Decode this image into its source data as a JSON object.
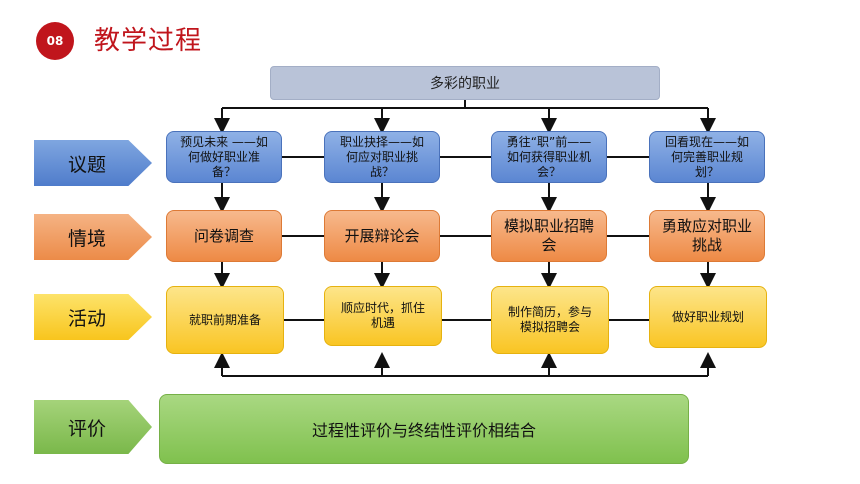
{
  "header": {
    "badge": "08",
    "title": "教学过程"
  },
  "top_box": "多彩的职业",
  "row_tags": {
    "topic": "议题",
    "scenario": "情境",
    "activity": "活动",
    "evaluation": "评价"
  },
  "columns": [
    {
      "question": "预见未来 ——如何做好职业准备？",
      "scenario": "问卷调查",
      "activity": "就职前期准备"
    },
    {
      "question": "职业抉择——如何应对职业挑战？",
      "scenario": "开展辩论会",
      "activity": "顺应时代，抓住机遇"
    },
    {
      "question": "勇往“职”前——如何获得职业机会？",
      "scenario": "模拟职业招聘会",
      "activity": "制作简历，参与模拟招聘会"
    },
    {
      "question": "回看现在——如何完善职业规划？",
      "scenario": "勇敢应对职业挑战",
      "activity": "做好职业规划"
    }
  ],
  "evaluation_text": "过程性评价与终结性评价相结合",
  "colors": {
    "accent_red": "#c0151c",
    "topic_blue": "#5b86d2",
    "scenario_orange": "#ee8a45",
    "activity_yellow": "#f9c523",
    "evaluation_green": "#80c14e"
  }
}
